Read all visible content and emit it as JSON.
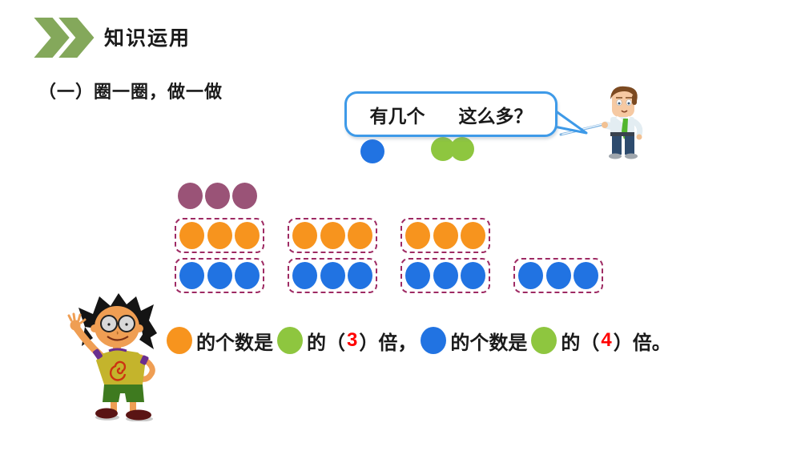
{
  "header": {
    "icon": "double-chevron-right-icon",
    "title": "知识运用"
  },
  "section_label": "（一）圈一圈，做一做",
  "speech_bubble": {
    "text_left": "有几个",
    "text_right": "这么多？"
  },
  "reference_dots": {
    "blue_count": 1,
    "green_count": 2
  },
  "dot_rows": {
    "purple_row": {
      "count": 3
    },
    "orange_row": {
      "groups": 3,
      "dots_per_group": 3
    },
    "blue_row": {
      "groups": 4,
      "dots_per_group": 3
    }
  },
  "answer_sentence": {
    "seg_a": "的个数是",
    "seg_b": "的（",
    "answer1": "3",
    "seg_c": "）倍，",
    "seg_d": "的个数是",
    "seg_e": "的（",
    "answer2": "4",
    "seg_f": "）倍。"
  },
  "characters": {
    "teacher": "teacher-with-pointer-cartoon",
    "student": "waving-student-cartoon"
  },
  "colors": {
    "chevron_green": "#84A85B",
    "bubble_border": "#3E9AE8",
    "dot_orange": "#F7941E",
    "dot_blue": "#2173E2",
    "dot_green": "#8EC63F",
    "dot_purple": "#9A5377",
    "group_dash": "#9E2A63",
    "answer_red": "#FF0000",
    "text": "#1A1A1A"
  }
}
